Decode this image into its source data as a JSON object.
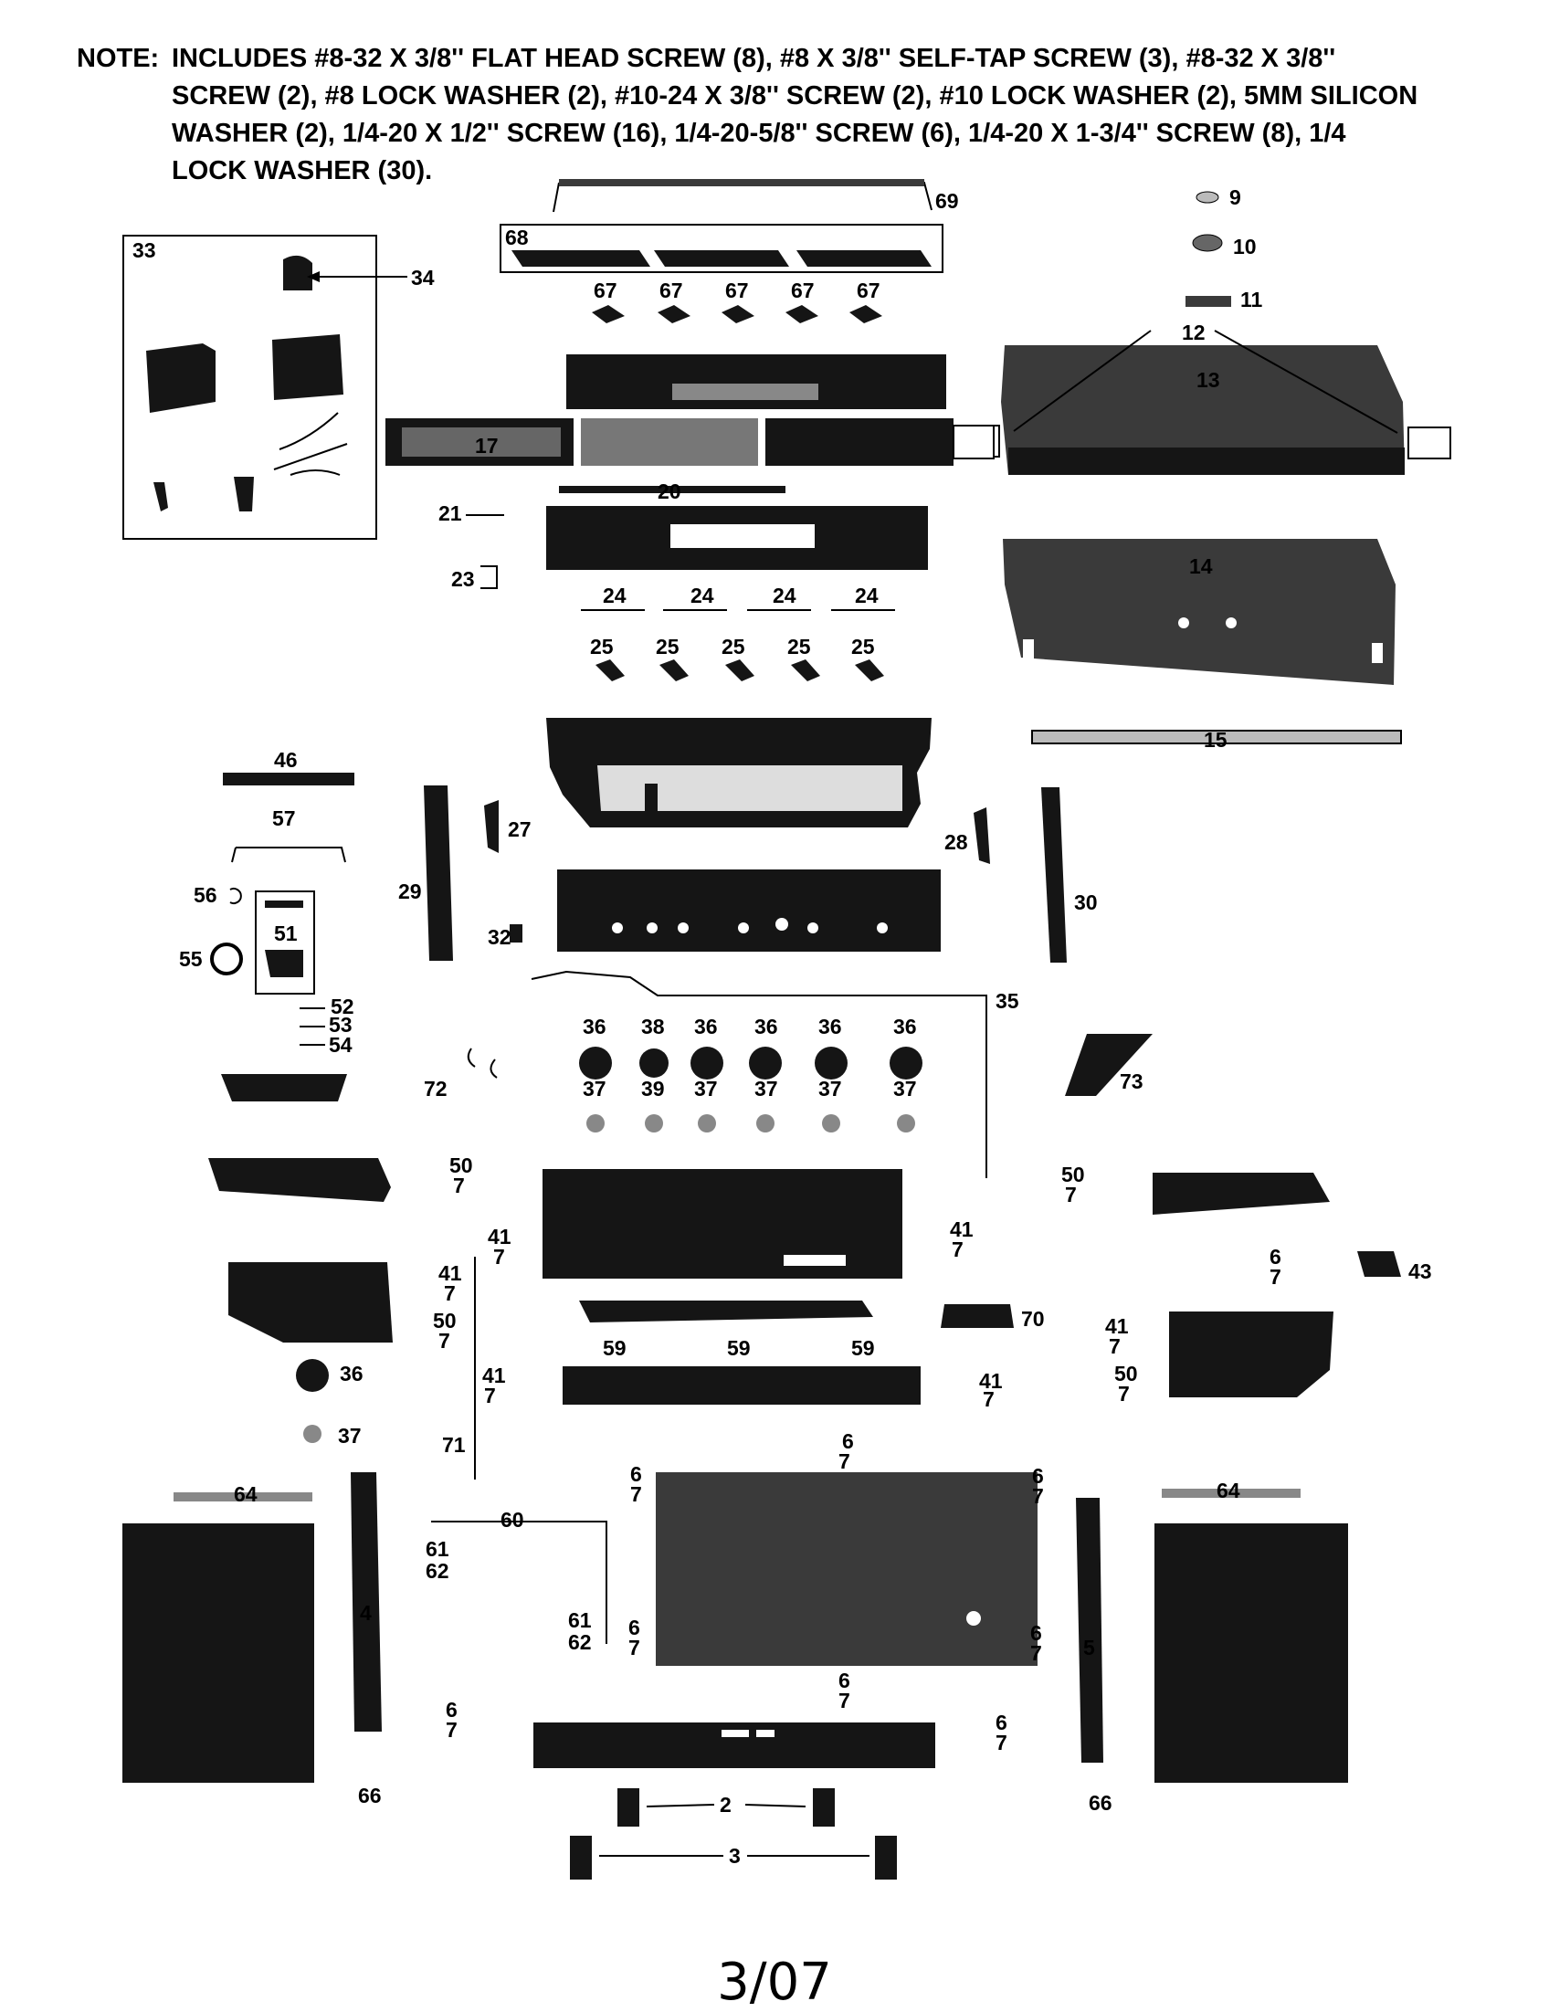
{
  "note": {
    "label": "NOTE:",
    "lines": [
      "INCLUDES #8-32 X 3/8'' FLAT HEAD SCREW (8), #8 X 3/8'' SELF-TAP SCREW (3), #8-32 X 3/8''",
      "SCREW (2), #8 LOCK WASHER (2), #10-24 X 3/8'' SCREW (2), #10 LOCK WASHER (2), 5MM SILICON",
      "WASHER (2), 1/4-20 X 1/2'' SCREW (16), 1/4-20-5/8'' SCREW (6), 1/4-20 X 1-3/4'' SCREW (8), 1/4",
      "LOCK WASHER (30)."
    ]
  },
  "footer": "3/07",
  "callouts": {
    "c69": "69",
    "c68": "68",
    "c67": "67",
    "c9": "9",
    "c10": "10",
    "c11": "11",
    "c12": "12",
    "c13": "13",
    "c33": "33",
    "c34": "34",
    "c17": "17",
    "c20": "20",
    "c21": "21",
    "c23": "23",
    "c24": "24",
    "c25": "25",
    "c14": "14",
    "c15": "15",
    "c46": "46",
    "c57": "57",
    "c27": "27",
    "c28": "28",
    "c29": "29",
    "c30": "30",
    "c56": "56",
    "c51": "51",
    "c55": "55",
    "c32": "32",
    "c52": "52",
    "c53": "53",
    "c54": "54",
    "c35": "35",
    "c36": "36",
    "c38": "38",
    "c37": "37",
    "c39": "39",
    "c72": "72",
    "c73": "73",
    "c50": "50",
    "c7": "7",
    "c41": "41",
    "c6": "6",
    "c43": "43",
    "c70": "70",
    "c59": "59",
    "c71": "71",
    "c64": "64",
    "c60": "60",
    "c61": "61",
    "c62": "62",
    "c4": "4",
    "c5": "5",
    "c66": "66",
    "c2": "2",
    "c3": "3"
  }
}
